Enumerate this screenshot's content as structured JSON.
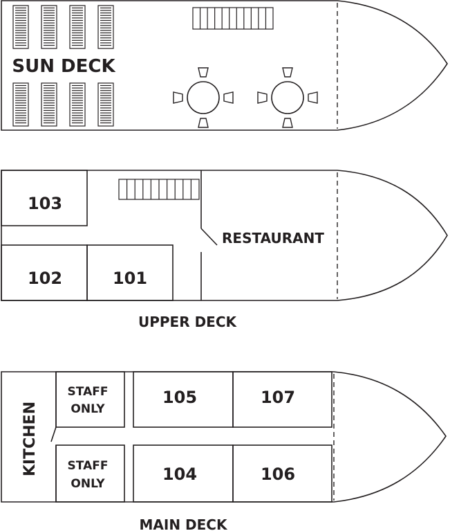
{
  "decks": {
    "sun": {
      "name": "SUN DECK"
    },
    "upper": {
      "name": "UPPER DECK",
      "rooms": [
        "103",
        "102",
        "101"
      ],
      "restaurant": "RESTAURANT"
    },
    "main": {
      "name": "MAIN DECK",
      "kitchen": "KITCHEN",
      "staff_top": [
        "STAFF",
        "ONLY"
      ],
      "staff_bottom": [
        "STAFF",
        "ONLY"
      ],
      "rooms": [
        "105",
        "107",
        "104",
        "106"
      ]
    }
  },
  "colors": {
    "line": "#231f20",
    "background": "#ffffff"
  }
}
